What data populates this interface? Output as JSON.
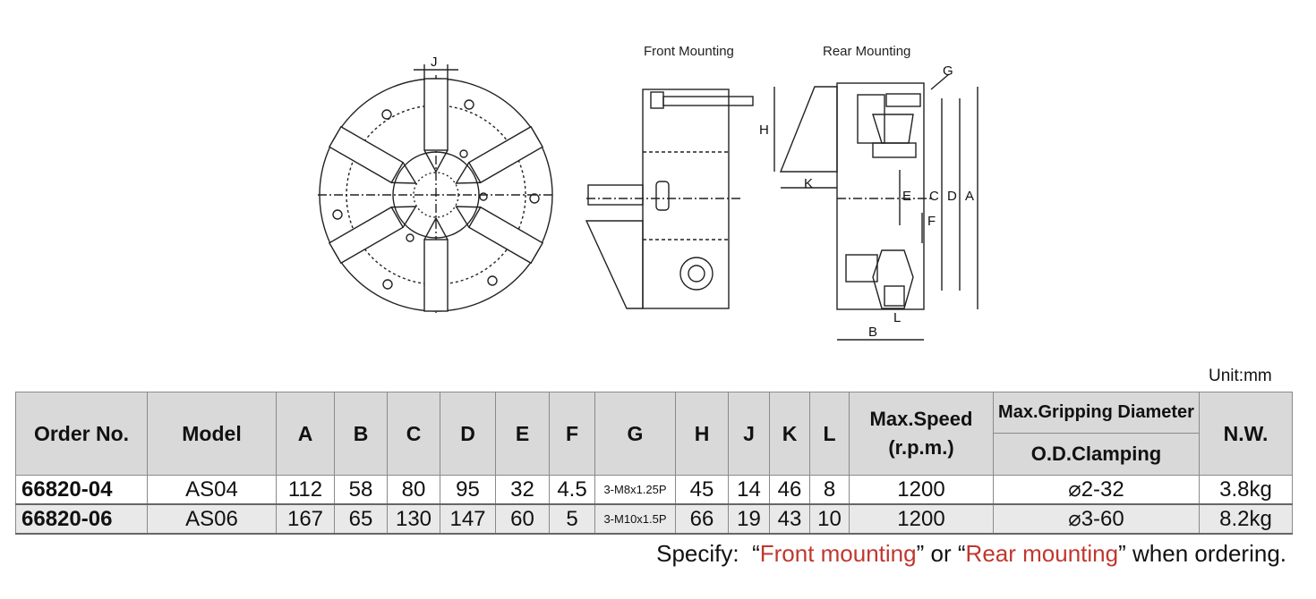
{
  "drawing": {
    "front_view": {
      "dim_label": "J"
    },
    "side_view": {
      "front_caption": "Front Mounting",
      "rear_caption": "Rear Mounting",
      "dim_labels": [
        "G",
        "H",
        "K",
        "E",
        "C",
        "D",
        "A",
        "F",
        "L",
        "B"
      ]
    }
  },
  "unit": "Unit:mm",
  "table": {
    "headers": {
      "order_no": "Order No.",
      "model": "Model",
      "A": "A",
      "B": "B",
      "C": "C",
      "D": "D",
      "E": "E",
      "F": "F",
      "G": "G",
      "H": "H",
      "J": "J",
      "K": "K",
      "L": "L",
      "max_speed_1": "Max.Speed",
      "max_speed_2": "(r.p.m.)",
      "max_gripping": "Max.Gripping Diameter",
      "od_clamping": "O.D.Clamping",
      "nw": "N.W."
    },
    "rows": [
      {
        "order_no": "66820-04",
        "model": "AS04",
        "A": "112",
        "B": "58",
        "C": "80",
        "D": "95",
        "E": "32",
        "F": "4.5",
        "G": "3-M8x1.25P",
        "H": "45",
        "J": "14",
        "K": "46",
        "L": "8",
        "speed": "1200",
        "grip": "⌀2-32",
        "nw": "3.8kg"
      },
      {
        "order_no": "66820-06",
        "model": "AS06",
        "A": "167",
        "B": "65",
        "C": "130",
        "D": "147",
        "E": "60",
        "F": "5",
        "G": "3-M10x1.5P",
        "H": "66",
        "J": "19",
        "K": "43",
        "L": "10",
        "speed": "1200",
        "grip": "⌀3-60",
        "nw": "8.2kg"
      }
    ]
  },
  "footer": {
    "pre": "Specify:",
    "q1": "“",
    "front": "Front mounting",
    "q2": "”",
    "or": "or",
    "q3": "“",
    "rear": "Rear mounting",
    "q4": "”",
    "post": "when ordering."
  }
}
